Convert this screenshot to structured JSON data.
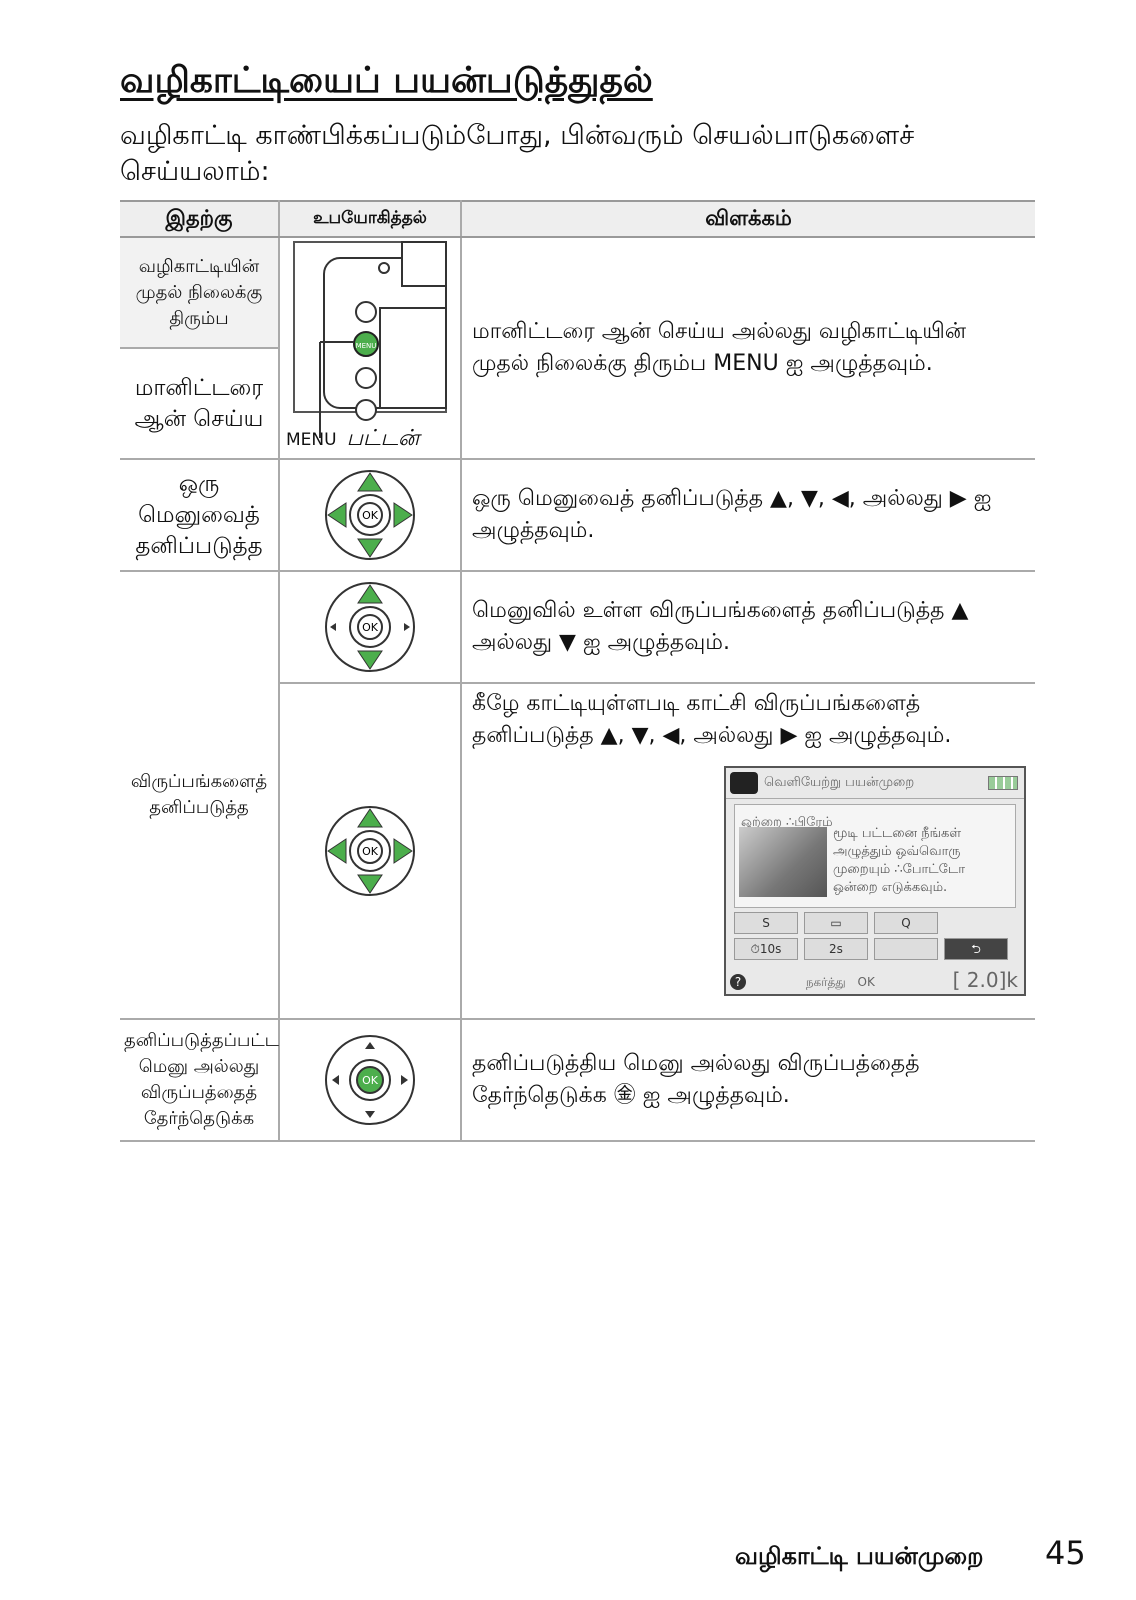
{
  "title": "வழிகாட்டியைப் பயன்படுத்துதல்",
  "intro": "வழிகாட்டி காண்பிக்கப்படும்போது, பின்வரும் செயல்பாடுகளைச் செய்யலாம்:",
  "table": {
    "headers": [
      "இதற்கு",
      "உபயோகித்தல்",
      "விளக்கம்"
    ],
    "rows": [
      {
        "purpose": "வழிகாட்டியின் முதல் நிலைக்கு திரும்ப",
        "description": "மானிட்டரை ஆன் செய்ய அல்லது வழிகாட்டியின் முதல் நிலைக்கு திரும்ப MENU ஐ அழுத்தவும்."
      },
      {
        "purpose": "மானிட்டரை ஆன் செய்ய"
      },
      {
        "purpose": "ஒரு மெனுவைத் தனிப்படுத்த",
        "description": "ஒரு மெனுவைத் தனிப்படுத்த ▲, ▼, ◀, அல்லது ▶ ஐ அழுத்தவும்."
      },
      {
        "purpose": "விருப்பங்களைத் தனிப்படுத்த",
        "description": "மெனுவில் உள்ள விருப்பங்களைத் தனிப்படுத்த ▲ அல்லது ▼ ஐ அழுத்தவும்."
      },
      {
        "description": "கீழே காட்டியுள்ளபடி காட்சி விருப்பங்களைத் தனிப்படுத்த ▲, ▼, ◀, அல்லது ▶ ஐ அழுத்தவும்."
      },
      {
        "purpose": "தனிப்படுத்தப்பட்ட மெனு அல்லது விருப்பத்தைத் தேர்ந்தெடுக்க",
        "description": "தனிப்படுத்திய மெனு அல்லது விருப்பத்தைத் தேர்ந்தெடுக்க ㊎ ஐ அழுத்தவும்."
      }
    ],
    "menu_button_label": "MENU",
    "menu_button_caption": "பட்டன்"
  },
  "lcd": {
    "header": "வெளியேற்று பயன்முறை",
    "item": "ஒற்றை ∴பிரேம்",
    "desc": [
      "மூடி பட்டனை நீங்கள்",
      "அழுத்தும் ஒவ்வொரு",
      "முறையும் ∴போட்டோ",
      "ஒன்றை எடுக்கவும்."
    ],
    "row1": [
      "S",
      "▭",
      "Q"
    ],
    "row2": [
      "⏱10s",
      "2s",
      "",
      "⮌"
    ],
    "footer_nav": "நகர்த்து",
    "footer_ok": "OK",
    "footer_value": "[ 2.0]k"
  },
  "footer": {
    "section": "வழிகாட்டி பயன்முறை",
    "page": "45"
  },
  "colors": {
    "accent_green": "#4cae4c",
    "border": "#aaaaaa"
  }
}
